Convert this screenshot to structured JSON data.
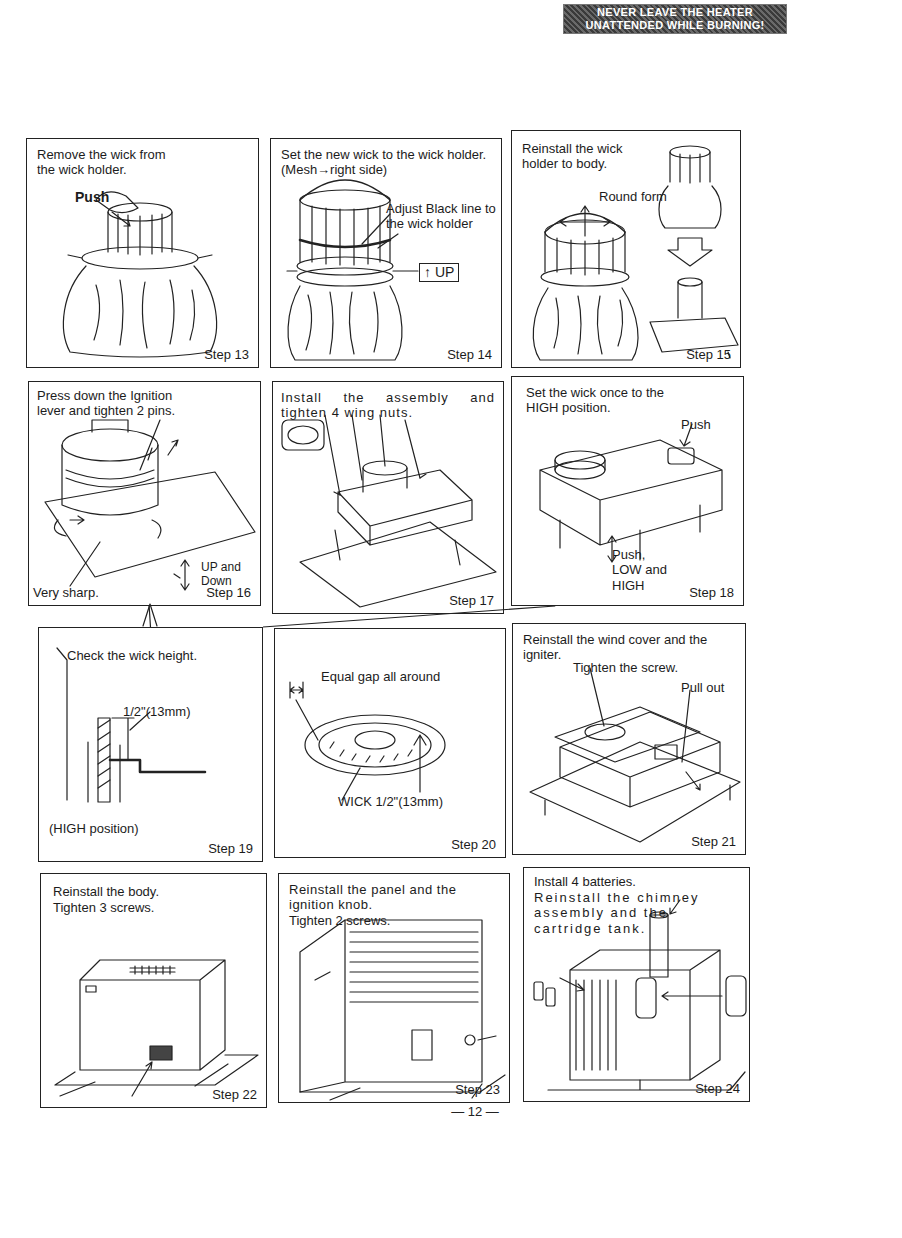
{
  "diagram": {
    "nodes": [
      {
        "text": [
          "NEVER LEAVE THE HEATER UNATTENDED WHILE BURNING!"
        ]
      },
      {
        "text": [
          "Remove the wick from the wick holder.",
          "Push",
          "Step 13"
        ]
      },
      {
        "text": [
          "Set the new wick to the wick holder. (Mesh→right side)",
          "Adjust Black line to the wick holder",
          "↑ UP",
          "Step 14"
        ]
      },
      {
        "text": [
          "Reinstall the wick holder to body.",
          "Round form",
          "Step 15"
        ]
      },
      {
        "text": [
          "Press down the Ignition lever and tighten 2 pins.",
          "UP and Down",
          "Very sharp.",
          "Step 16"
        ]
      },
      {
        "text": [
          "Install the assembly and tighten 4 wing nuts.",
          "Step 17"
        ]
      },
      {
        "text": [
          "Set the wick once to the HIGH position.",
          "Push",
          "Push, LOW and HIGH",
          "Step 18"
        ]
      },
      {
        "text": [
          "Check the wick height.",
          "1/2\"(13mm)",
          "(HIGH position)",
          "Step 19"
        ]
      },
      {
        "text": [
          "Equal gap all around",
          "WICK 1/2\"(13mm)",
          "Step 20"
        ]
      },
      {
        "text": [
          "Reinstall the wind cover and the igniter.",
          "Tighten the screw.",
          "Pull out",
          "Step 21"
        ]
      },
      {
        "text": [
          "Reinstall the body.",
          "Tighten 3 screws.",
          "Step 22"
        ]
      },
      {
        "text": [
          "Reinstall the panel and the ignition knob.",
          "Tighten 2 screws.",
          "Step 23"
        ]
      },
      {
        "text": [
          "Install 4 batteries.",
          "Reinstall the chimney assembly and the cartridge tank.",
          "Step 24"
        ]
      }
    ],
    "edges": [
      {
        "from": 4,
        "to": 7,
        "arrow": "none"
      },
      {
        "from": 7,
        "to": 6,
        "arrow": "none"
      }
    ],
    "labels": [
      "— 12 —"
    ]
  }
}
